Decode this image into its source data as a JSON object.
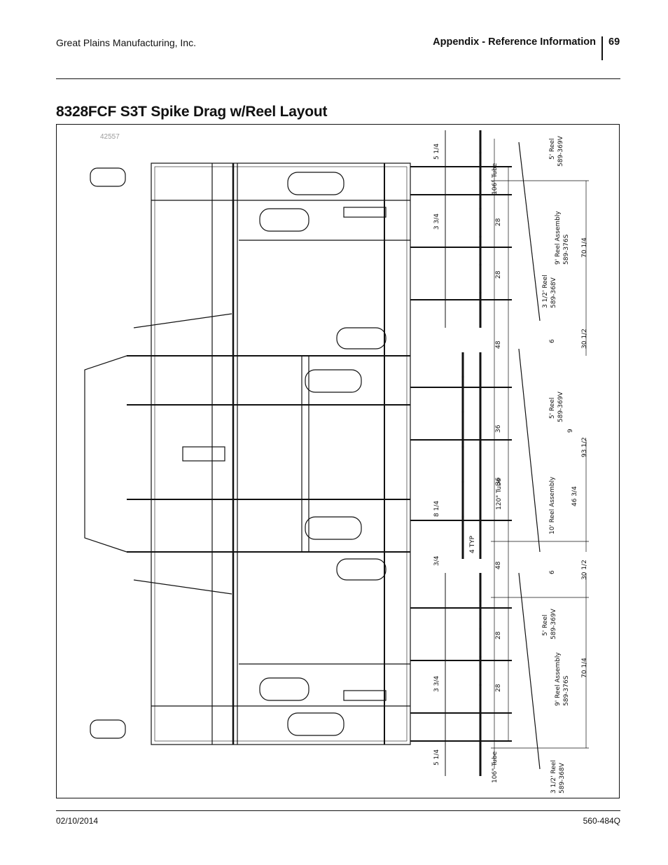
{
  "header": {
    "company": "Great Plains Manufacturing, Inc.",
    "section": "Appendix - Reference Information",
    "page_number": "69"
  },
  "title": "8328FCF S3T Spike Drag w/Reel Layout",
  "figure": {
    "id": "42557",
    "labels": {
      "tube_106_top": "106\" Tube",
      "tube_106_bottom": "106\" Tube",
      "tube_120": "120\" Tube",
      "reel_5_top": "5' Reel",
      "part_369v_top": "589-369V",
      "reel_9_top": "9' Reel Assembly",
      "part_376s_top": "589-376S",
      "reel_3half_top": "3 1/2' Reel",
      "part_368v_top": "589-368V",
      "reel_5_mid": "5' Reel",
      "part_369v_mid": "589-369V",
      "reel_10": "10' Reel Assembly",
      "reel_5_low": "5' Reel",
      "part_369v_low": "589-369V",
      "reel_9_low": "9' Reel Assembly",
      "part_376s_low": "589-376S",
      "reel_3half_low": "3 1/2' Reel",
      "part_368v_low": "589-368V",
      "typ": "4 TYP"
    },
    "dims": {
      "d_5_1_4_top": "5 1/4",
      "d_3_3_4_a": "3 3/4",
      "d_28_a": "28",
      "d_28_b": "28",
      "d_48_a": "48",
      "d_6_a": "6",
      "d_70_1_4_a": "70 1/4",
      "d_30_1_2_a": "30 1/2",
      "d_36_a": "36",
      "d_9": "9",
      "d_93_1_2": "93 1/2",
      "d_36_b": "36",
      "d_46_3_4": "46 3/4",
      "d_8_1_4": "8 1/4",
      "d_3_4": "3/4",
      "d_48_b": "48",
      "d_6_b": "6",
      "d_30_1_2_b": "30 1/2",
      "d_28_c": "28",
      "d_70_1_4_b": "70 1/4",
      "d_28_d": "28",
      "d_3_3_4_b": "3 3/4",
      "d_5_1_4_bottom": "5 1/4"
    }
  },
  "footer": {
    "date": "02/10/2014",
    "doc_number": "560-484Q"
  }
}
